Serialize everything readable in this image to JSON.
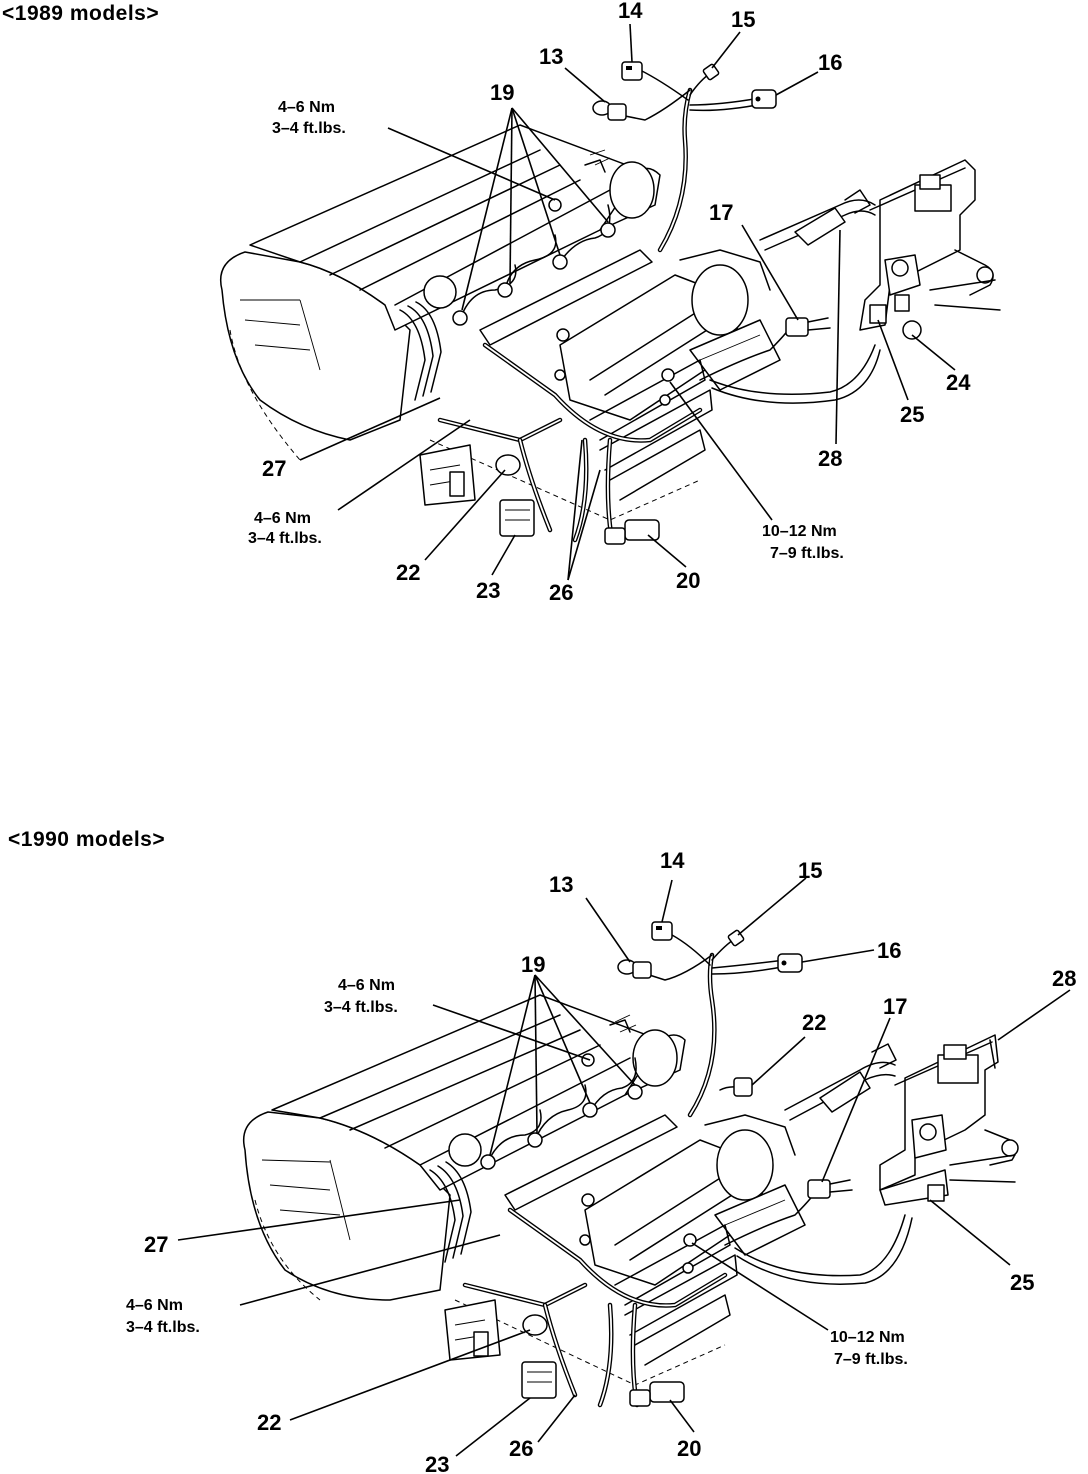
{
  "panels": [
    {
      "heading": "<1989 models>",
      "callouts": {
        "c13": "13",
        "c14": "14",
        "c15": "15",
        "c16": "16",
        "c17": "17",
        "c19": "19",
        "c20": "20",
        "c22": "22",
        "c23": "23",
        "c24": "24",
        "c25": "25",
        "c26": "26",
        "c27": "27",
        "c28": "28"
      },
      "torque_specs": [
        {
          "nm": "4–6 Nm",
          "ftlbs": "3–4 ft.lbs."
        },
        {
          "nm": "4–6 Nm",
          "ftlbs": "3–4 ft.lbs."
        },
        {
          "nm": "10–12 Nm",
          "ftlbs": "7–9 ft.lbs."
        }
      ]
    },
    {
      "heading": "<1990 models>",
      "callouts": {
        "c13": "13",
        "c14": "14",
        "c15": "15",
        "c16": "16",
        "c17": "17",
        "c19": "19",
        "c20": "20",
        "c22a": "22",
        "c22b": "22",
        "c23": "23",
        "c25": "25",
        "c26": "26",
        "c27": "27",
        "c28": "28"
      },
      "torque_specs": [
        {
          "nm": "4–6 Nm",
          "ftlbs": "3–4 ft.lbs."
        },
        {
          "nm": "4–6 Nm",
          "ftlbs": "3–4 ft.lbs."
        },
        {
          "nm": "10–12 Nm",
          "ftlbs": "7–9 ft.lbs."
        }
      ]
    }
  ]
}
